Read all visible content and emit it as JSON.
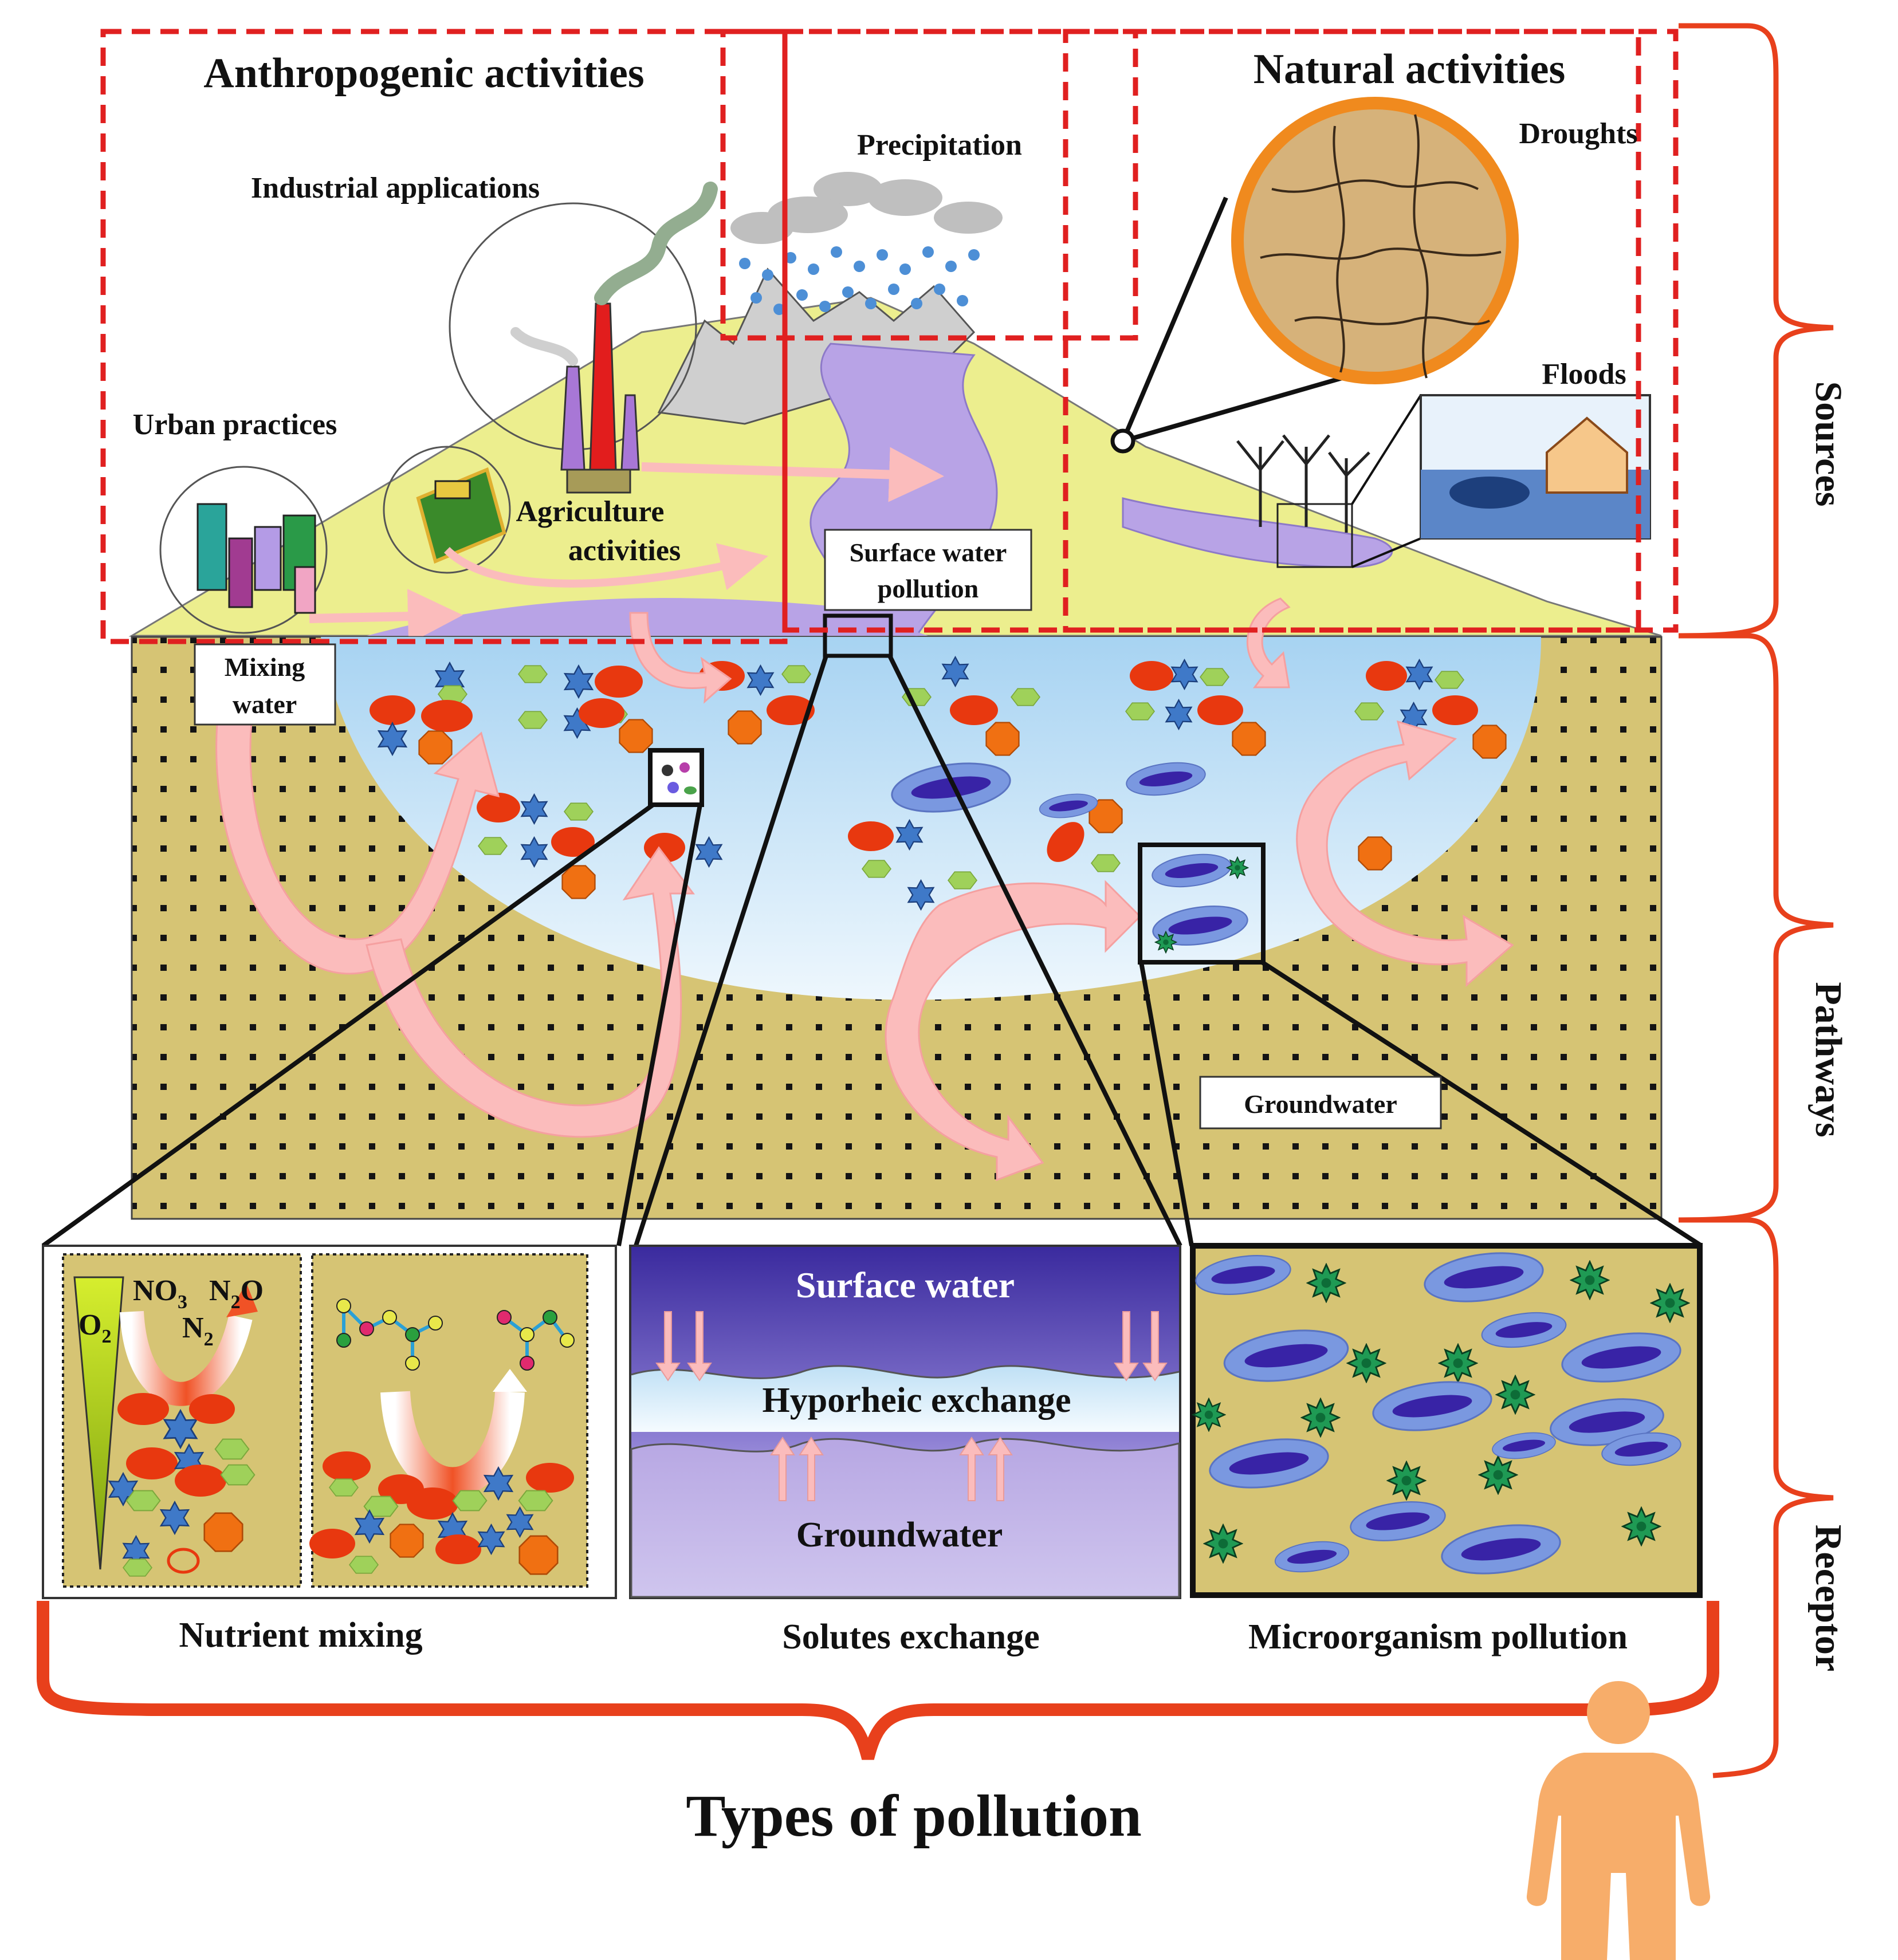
{
  "labels": {
    "anthropogenic": "Anthropogenic activities",
    "natural": "Natural activities",
    "precipitation": "Precipitation",
    "droughts": "Droughts",
    "industrial": "Industrial applications",
    "urban": "Urban practices",
    "agriculture_1": "Agriculture",
    "agriculture_2": "activities",
    "floods": "Floods",
    "surface_pollution_1": "Surface water",
    "surface_pollution_2": "pollution",
    "mixing_1": "Mixing",
    "mixing_2": "water",
    "groundwater": "Groundwater",
    "o2": "O",
    "o2_sub": "2",
    "no3": "NO",
    "no3_sub": "3",
    "n2o": "N",
    "n2o_sub": "2",
    "n2o_o": "O",
    "n2": "N",
    "n2_sub": "2",
    "surface_water": "Surface water",
    "hyporheic": "Hyporheic exchange",
    "groundwater_panel": "Groundwater",
    "nutrient_mixing": "Nutrient mixing",
    "solutes_exchange": "Solutes exchange",
    "microorganism": "Microorganism pollution",
    "types_of_pollution": "Types of pollution"
  },
  "side_labels": {
    "sources": "Sources",
    "pathways": "Pathways",
    "receptor": "Receptor"
  },
  "colors": {
    "dashed_box": "#e02020",
    "brace": "#e8401c",
    "soil": "#d6c474",
    "hill": "#ecee8e",
    "river": "#b8a3e6",
    "arrow": "#fbbcbc",
    "person": "#f7ad6a"
  }
}
